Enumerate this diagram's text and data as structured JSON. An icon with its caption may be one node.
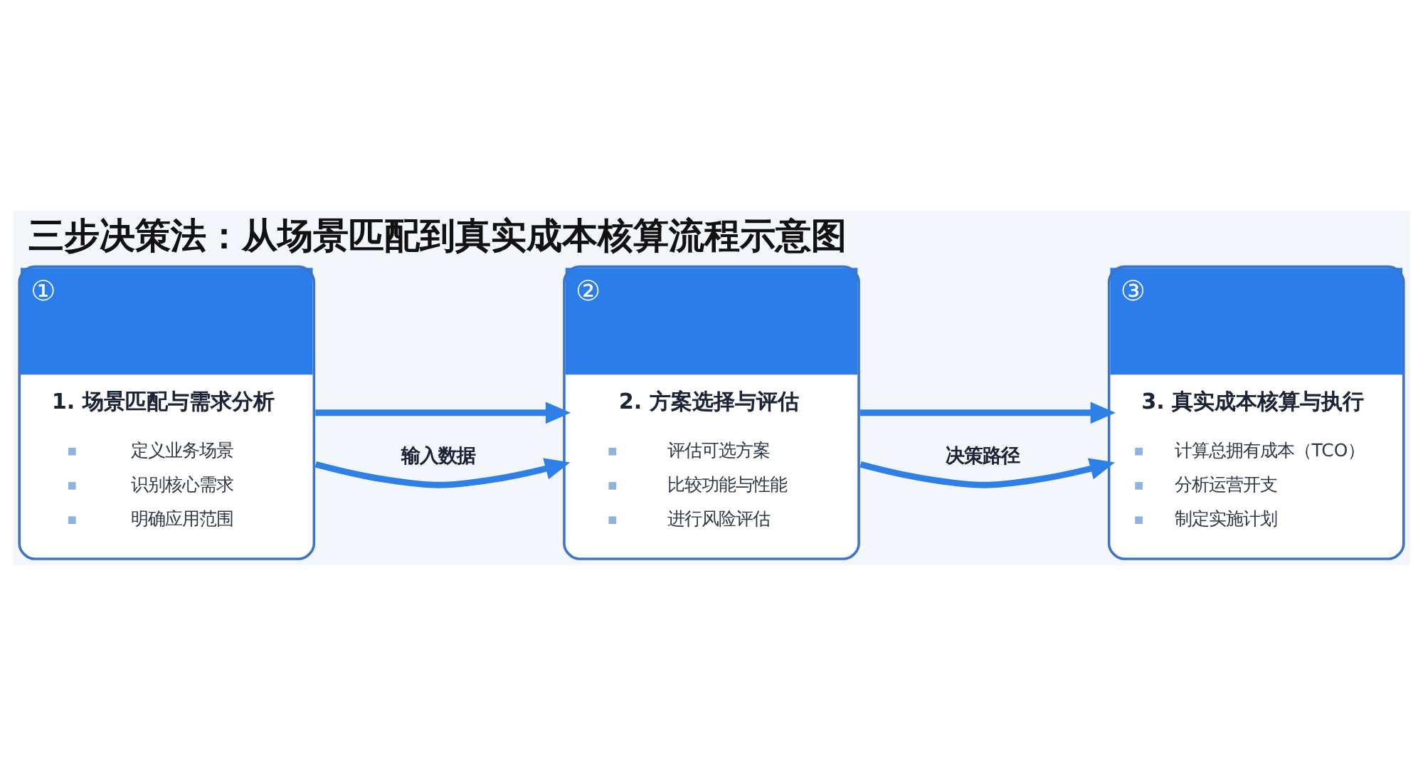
{
  "diagram": {
    "title": "三步决策法：从场景匹配到真实成本核算流程示意图",
    "nodes": [
      {
        "text": [
          "①",
          "1. 场景匹配与需求分析",
          "定义业务场景",
          "识别核心需求",
          "明确应用范围"
        ]
      },
      {
        "text": [
          "②",
          "2. 方案选择与评估",
          "评估可选方案",
          "比较功能与性能",
          "进行风险评估"
        ]
      },
      {
        "text": [
          "③",
          "3. 真实成本核算与执行",
          "计算总拥有成本（TCO）",
          "分析运营开支",
          "制定实施计划"
        ]
      }
    ],
    "edges": [
      {
        "from": 0,
        "to": 1,
        "arrow": "to"
      },
      {
        "from": 0,
        "to": 1,
        "arrow": "to",
        "label": "输入数据"
      },
      {
        "from": 1,
        "to": 2,
        "arrow": "to"
      },
      {
        "from": 1,
        "to": 2,
        "arrow": "to",
        "label": "决策路径"
      }
    ]
  }
}
